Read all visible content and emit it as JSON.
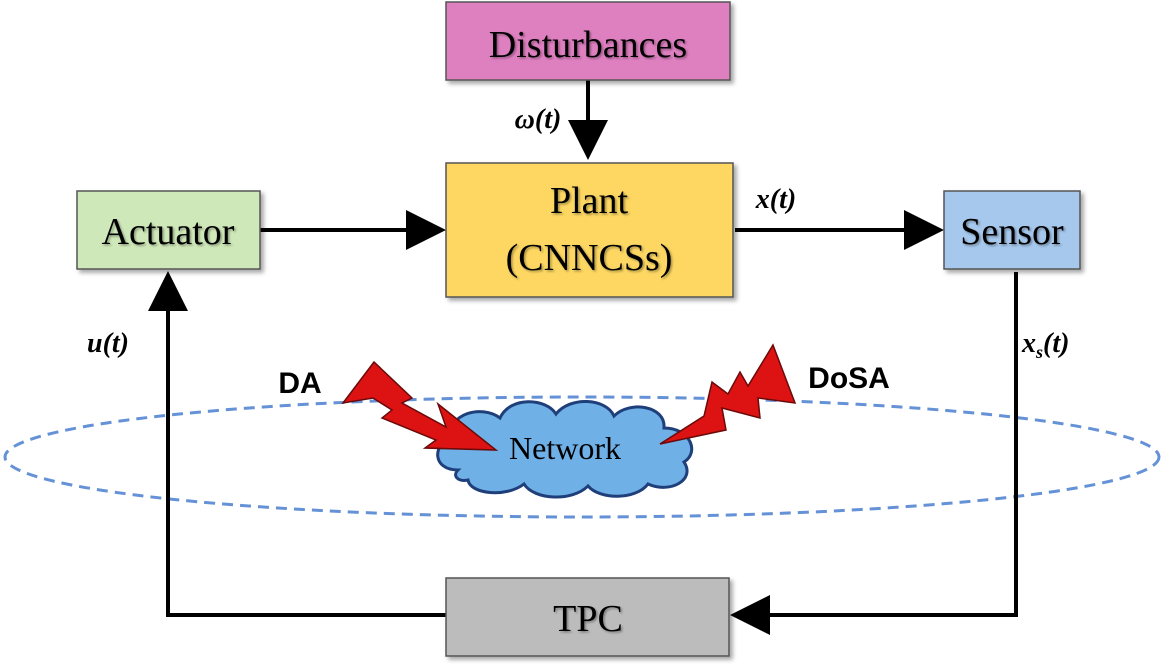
{
  "blocks": {
    "disturbances": {
      "label": "Disturbances",
      "fill": "#de7fc0"
    },
    "plant": {
      "line1": "Plant",
      "line2": "(CNNCSs)",
      "fill": "#fdd762"
    },
    "actuator": {
      "label": "Actuator",
      "fill": "#cfe8b9"
    },
    "sensor": {
      "label": "Sensor",
      "fill": "#a6c8ec"
    },
    "tpc": {
      "label": "TPC",
      "fill": "#bcbcbc"
    }
  },
  "signals": {
    "omega": "ω(t)",
    "x": "x(t)",
    "u": "u(t)",
    "xs_main": "x",
    "xs_sub": "s",
    "xs_tail": "(t)"
  },
  "network": {
    "label": "Network",
    "fill": "#6fb0e6",
    "ring_color": "#4a7fd0"
  },
  "attacks": {
    "left": "DA",
    "right": "DoSA",
    "bolt_color": "#dd1212"
  }
}
